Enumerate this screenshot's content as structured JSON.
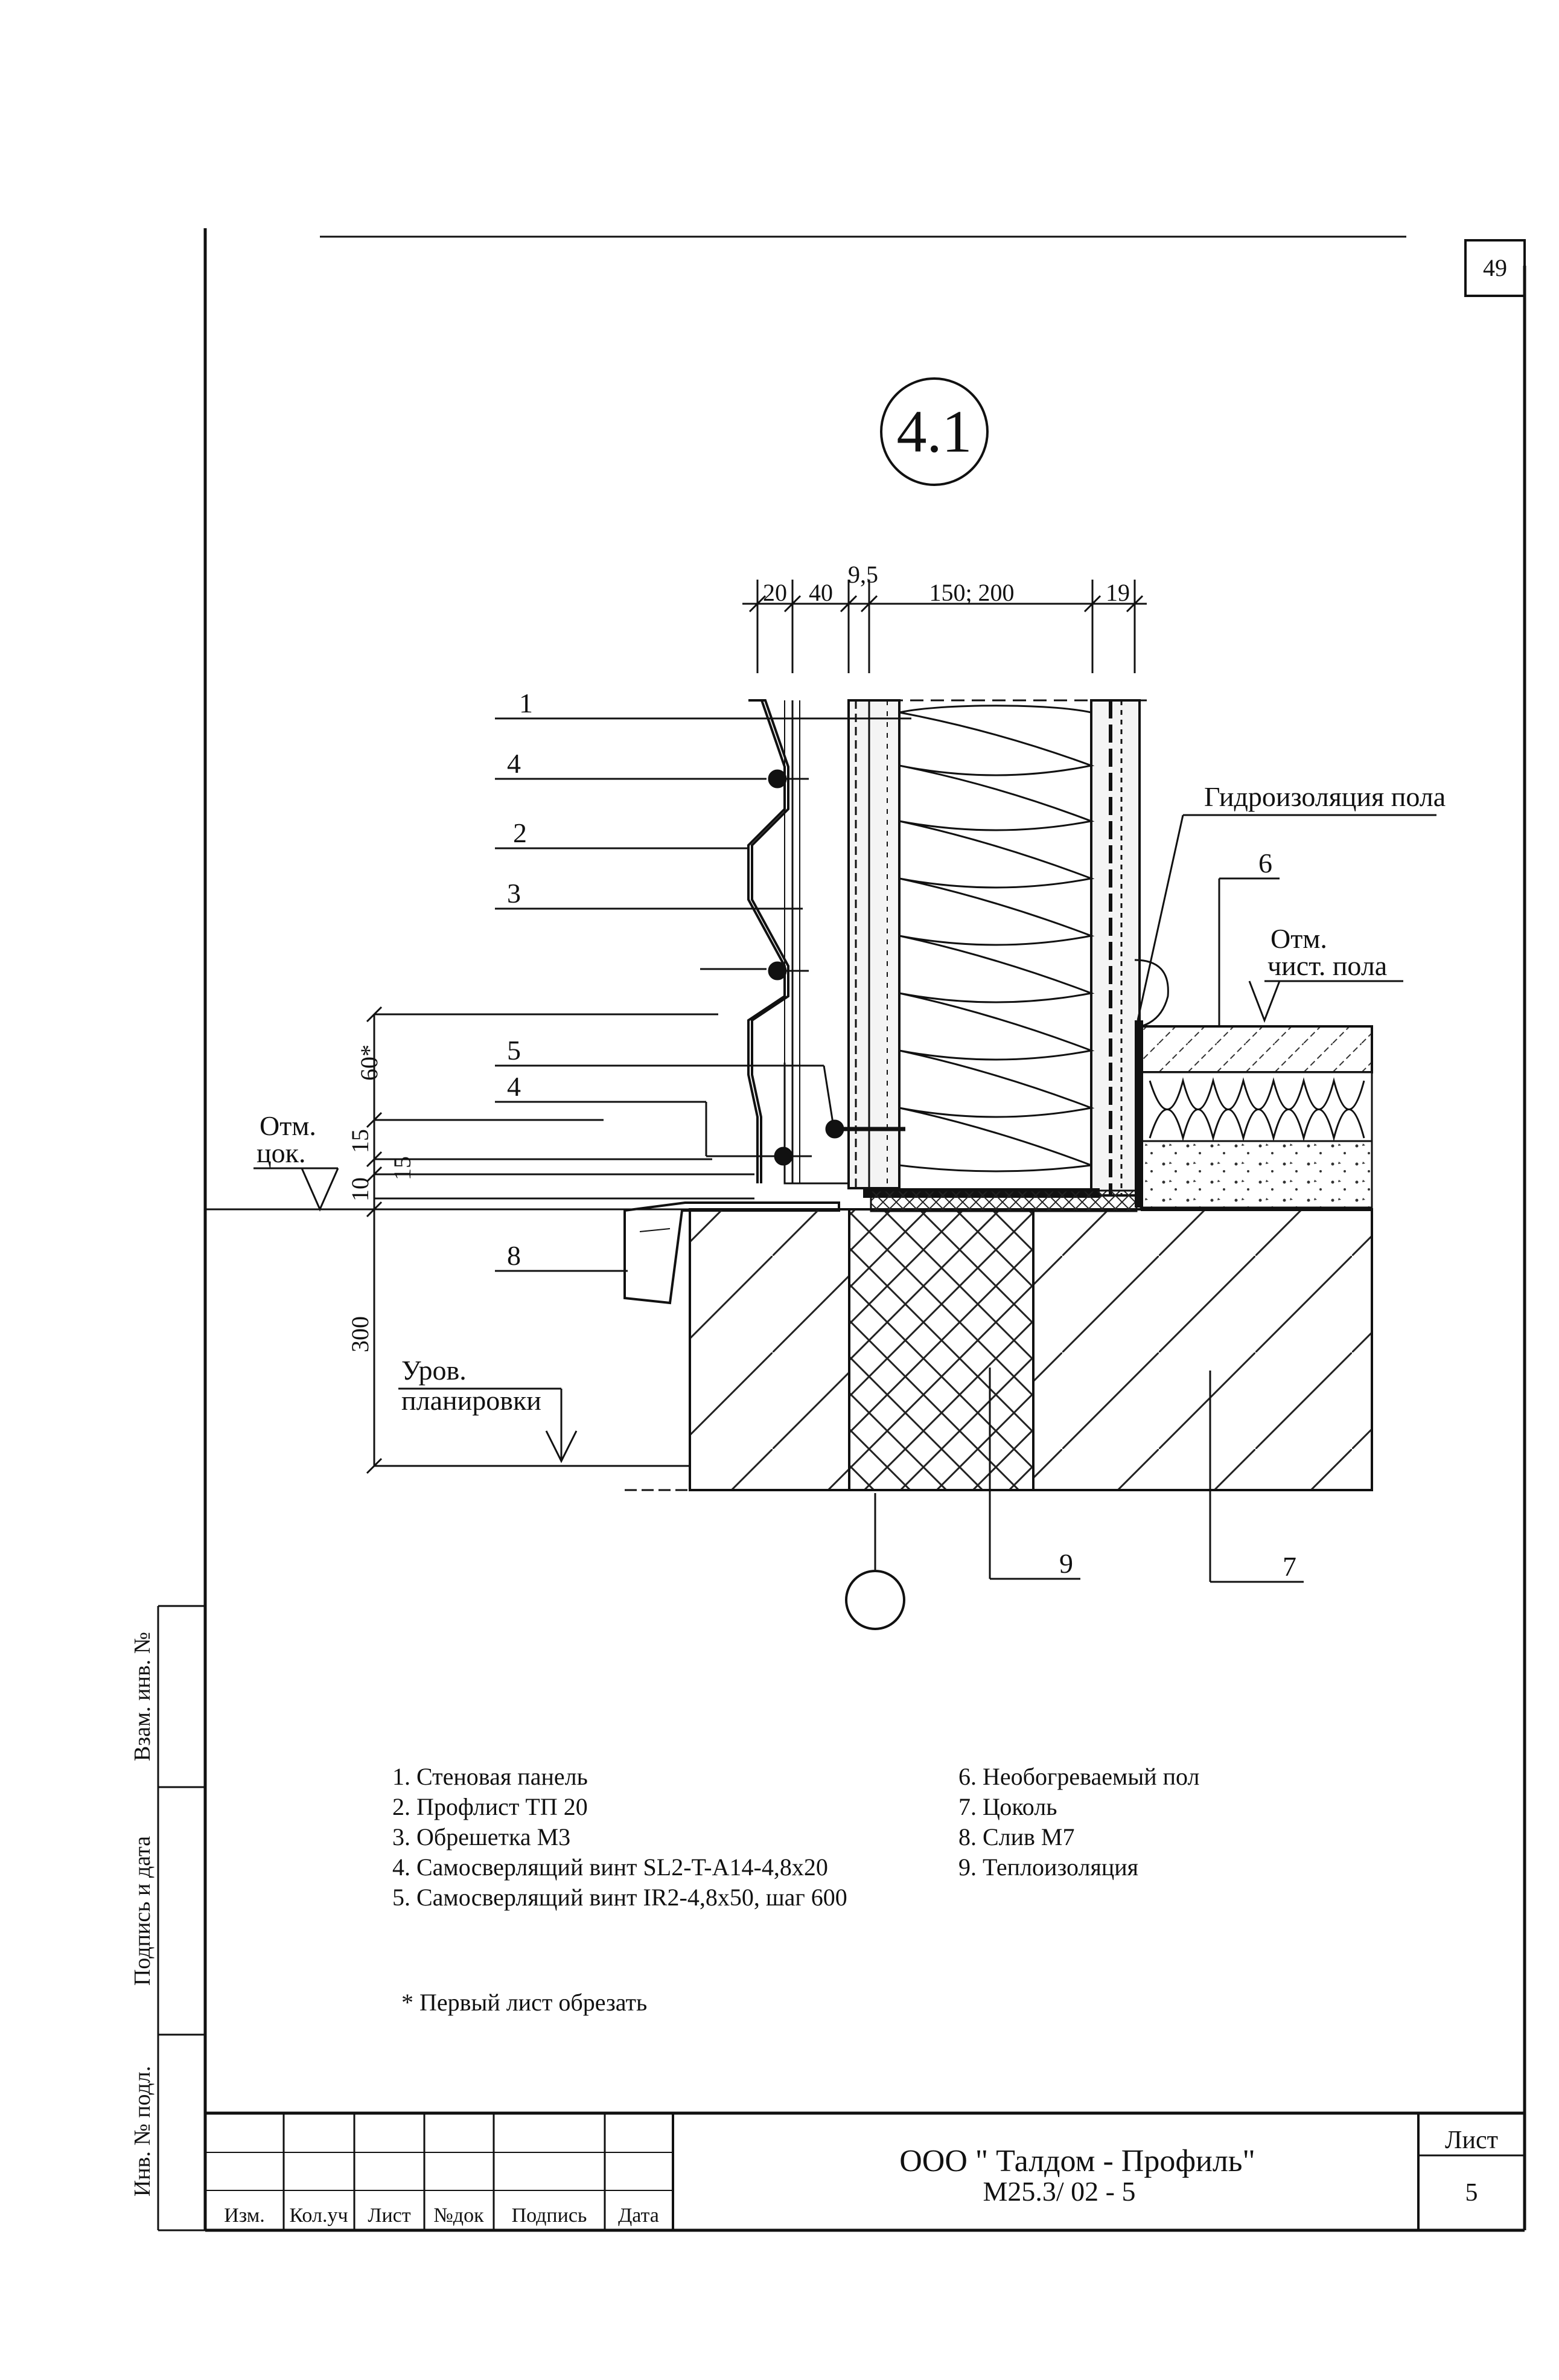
{
  "sheet_badge": "49",
  "detail_id": "4.1",
  "dimensions": {
    "d20": "20",
    "d40": "40",
    "d9_5": "9,5",
    "d150_200": "150; 200",
    "d19": "19",
    "v60": "60*",
    "v15a": "15",
    "v15b": "15",
    "v10": "10",
    "v300": "300"
  },
  "callouts": {
    "c1": "1",
    "c4a": "4",
    "c2": "2",
    "c3": "3",
    "c5": "5",
    "c4b": "4",
    "c8": "8",
    "c6": "6",
    "c9": "9",
    "c7": "7"
  },
  "labels": {
    "waterproofing": "Гидроизоляция пола",
    "floor_mark_1": "Отм.",
    "floor_mark_2": "чист. пола",
    "plinth_mark_1": "Отм.",
    "plinth_mark_2": "цок.",
    "grade_1": "Уров.",
    "grade_2": "планировки"
  },
  "legend_left": [
    "1. Стеновая панель",
    "2. Профлист ТП 20",
    "3. Обрешетка М3",
    "4. Самосверлящий винт SL2-T-A14-4,8x20",
    "5. Самосверлящий винт IR2-4,8x50, шаг 600"
  ],
  "legend_right": [
    "6. Необогреваемый пол",
    "7. Цоколь",
    "8. Слив М7",
    "9. Теплоизоляция"
  ],
  "footnote": "* Первый лист обрезать",
  "side_stamp": [
    "Взам. инв. №",
    "Подпись и дата",
    "Инв. № подл."
  ],
  "title_block": {
    "cols": [
      "Изм.",
      "Кол.уч",
      "Лист",
      "№док",
      "Подпись",
      "Дата"
    ],
    "org": "ООО \" Талдом - Профиль\"",
    "doc": "М25.3/ 02 - 5",
    "sheet_label": "Лист",
    "sheet_no": "5"
  }
}
